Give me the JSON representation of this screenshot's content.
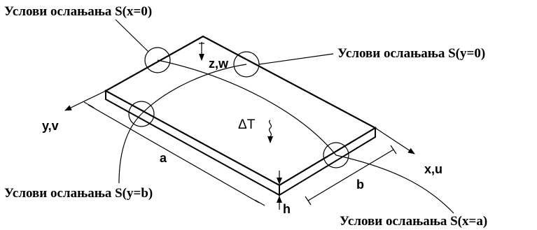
{
  "labels": {
    "support_x0": "Услови ослањања S(x=0)",
    "support_y0": "Услови ослањања S(y=0)",
    "support_yb": "Услови ослањања S(y=b)",
    "support_xa": "Услови ослањања S(x=a)",
    "axis_z": "z,w",
    "axis_y": "y,v",
    "axis_x": "x,u",
    "dim_a": "a",
    "dim_b": "b",
    "dim_h": "h",
    "thermal_load": "ΔT"
  }
}
